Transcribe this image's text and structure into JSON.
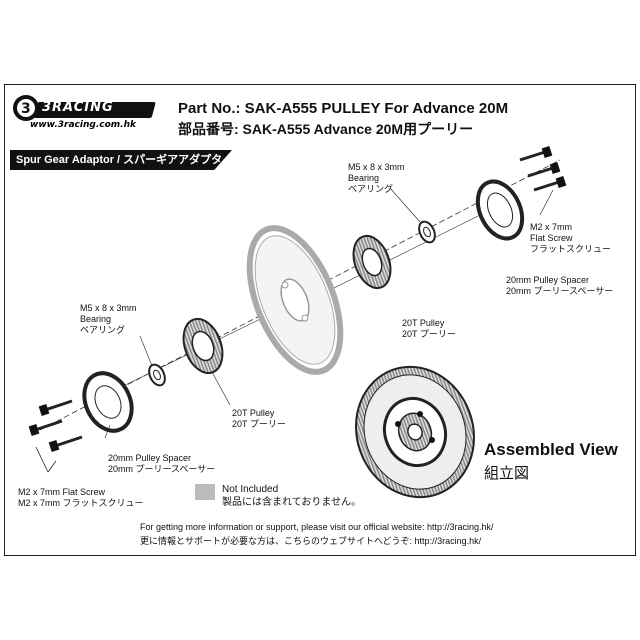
{
  "header": {
    "brand": "3RACING",
    "website": "www.3racing.com.hk",
    "part_title_en": "Part No.: SAK-A555  PULLEY For Advance 20M",
    "part_title_jp": "部品番号: SAK-A555  Advance 20M用プーリー"
  },
  "section": {
    "label": "Spur Gear Adaptor  / スパーギアアダプター"
  },
  "labels": {
    "bearing_top": [
      "M5 x 8 x 3mm",
      "Bearing",
      "ベアリング"
    ],
    "screw_right": [
      "M2 x 7mm",
      "Flat Screw",
      "フラットスクリュー"
    ],
    "spacer_right": [
      "20mm Pulley Spacer",
      "20mm プーリースペーサー"
    ],
    "pulley_top": [
      "20T Pulley",
      "20T プーリー"
    ],
    "bearing_left": [
      "M5 x 8 x 3mm",
      "Bearing",
      "ベアリング"
    ],
    "pulley_bottom": [
      "20T Pulley",
      "20T プーリー"
    ],
    "spacer_left": [
      "20mm Pulley Spacer",
      "20mm プーリースペーサー"
    ],
    "screw_left": [
      "M2 x 7mm Flat Screw",
      "M2 x 7mm フラットスクリュー"
    ]
  },
  "assembled": {
    "title": "Assembled View",
    "subtitle": "組立図"
  },
  "not_included": {
    "title": "Not Included",
    "note": "製品には含まれておりません。"
  },
  "footer": {
    "line1": "For getting more information or support, please visit our official website: http://3racing.hk/",
    "line2": "更に情報とサポートが必要な方は、こちらのウェブサイトへどうぞ: http://3racing.hk/"
  }
}
